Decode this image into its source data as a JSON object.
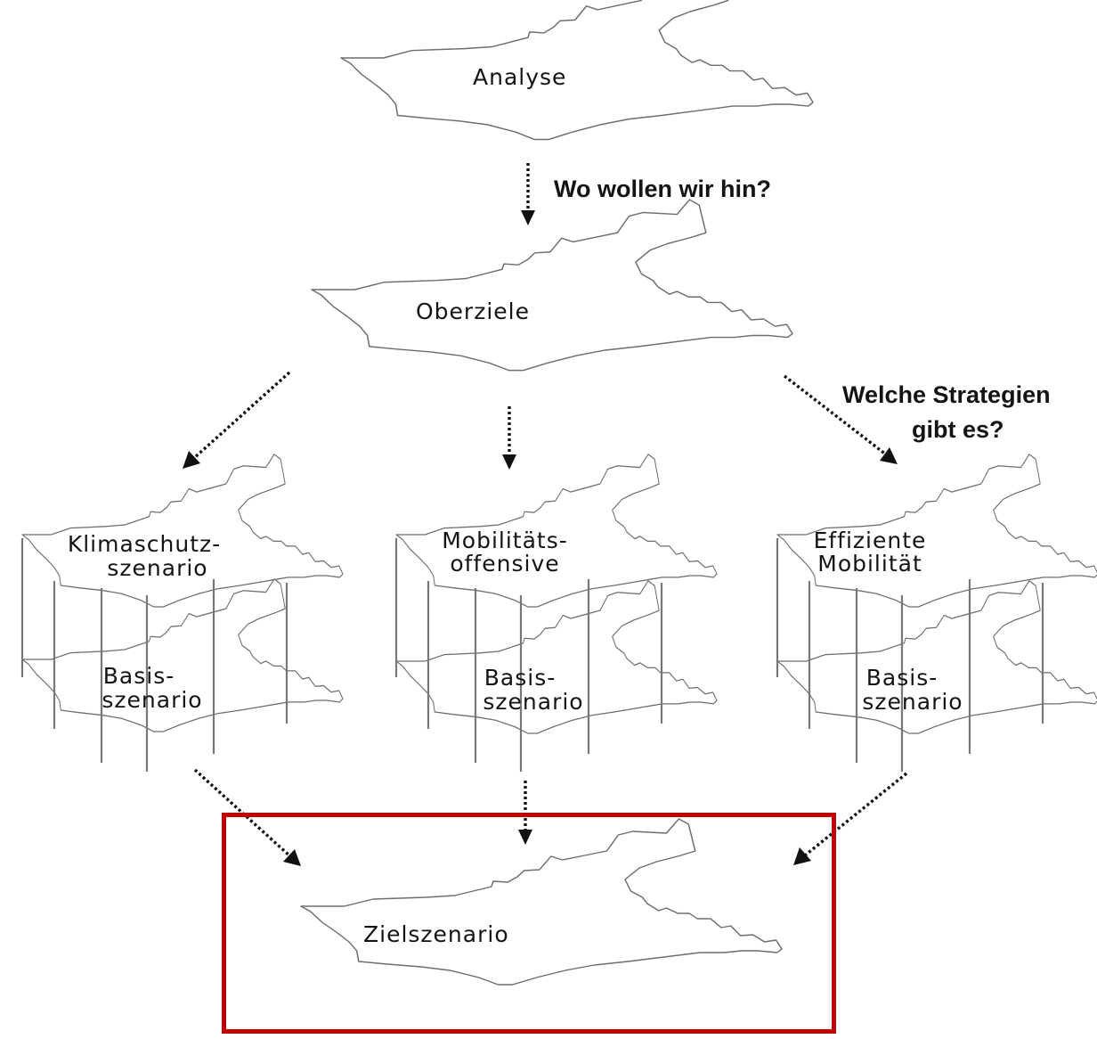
{
  "nodes": {
    "analyse": "Analyse",
    "oberziele": "Oberziele",
    "zielszenario": "Zielszenario"
  },
  "questions": {
    "q1": "Wo wollen wir hin?",
    "q2_line1": "Welche Strategien",
    "q2_line2": "gibt es?"
  },
  "scenarios": [
    {
      "line1": "Klimaschutz-",
      "line2": "szenario",
      "base1": "Basis-",
      "base2": "szenario"
    },
    {
      "line1": "Mobilitäts-",
      "line2": "offensive",
      "base1": "Basis-",
      "base2": "szenario"
    },
    {
      "line1": "Effiziente",
      "line2": "Mobilität",
      "base1": "Basis-",
      "base2": "szenario"
    }
  ],
  "colors": {
    "highlight_frame": "#c00000",
    "arrows": "#111111",
    "map_outline": "#6e6e6e"
  }
}
